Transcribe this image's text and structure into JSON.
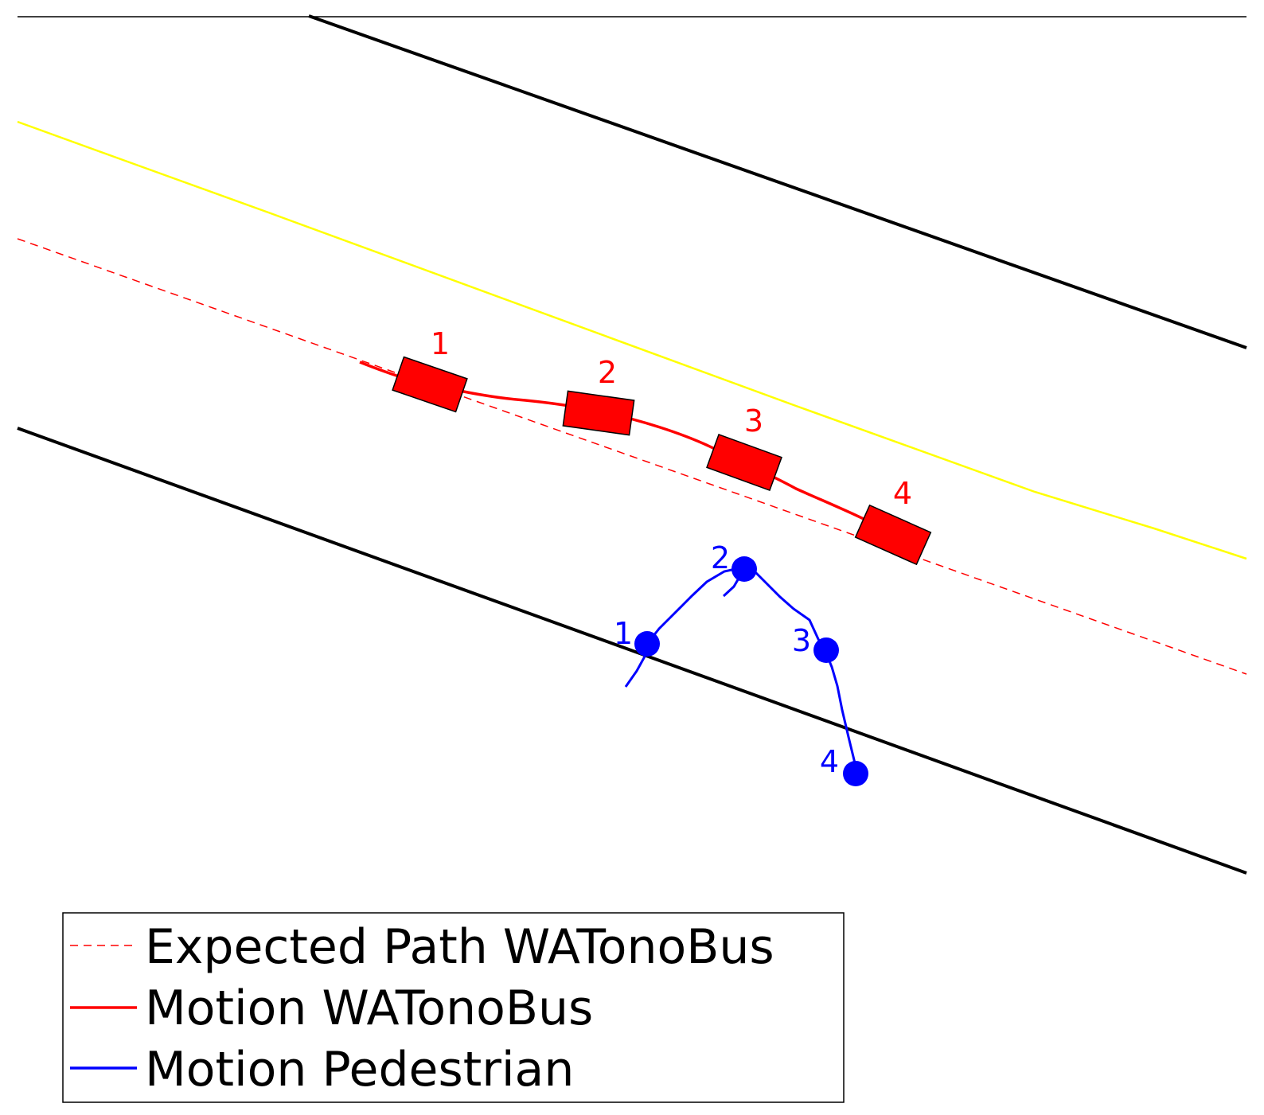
{
  "colors": {
    "road_edge": "#000000",
    "center_line": "#ffff00",
    "bus": "#ff0000",
    "pedestrian": "#0000ff",
    "background": "#ffffff"
  },
  "bus": {
    "step_labels": [
      "1",
      "2",
      "3",
      "4"
    ]
  },
  "pedestrian": {
    "step_labels": [
      "1",
      "2",
      "3",
      "4"
    ]
  },
  "legend": {
    "entries": [
      {
        "label": "Expected Path WATonoBus",
        "style": "dashed",
        "color": "#ff0000"
      },
      {
        "label": "Motion WATonoBus",
        "style": "solid",
        "color": "#ff0000"
      },
      {
        "label": "Motion Pedestrian",
        "style": "solid",
        "color": "#0000ff"
      }
    ]
  }
}
